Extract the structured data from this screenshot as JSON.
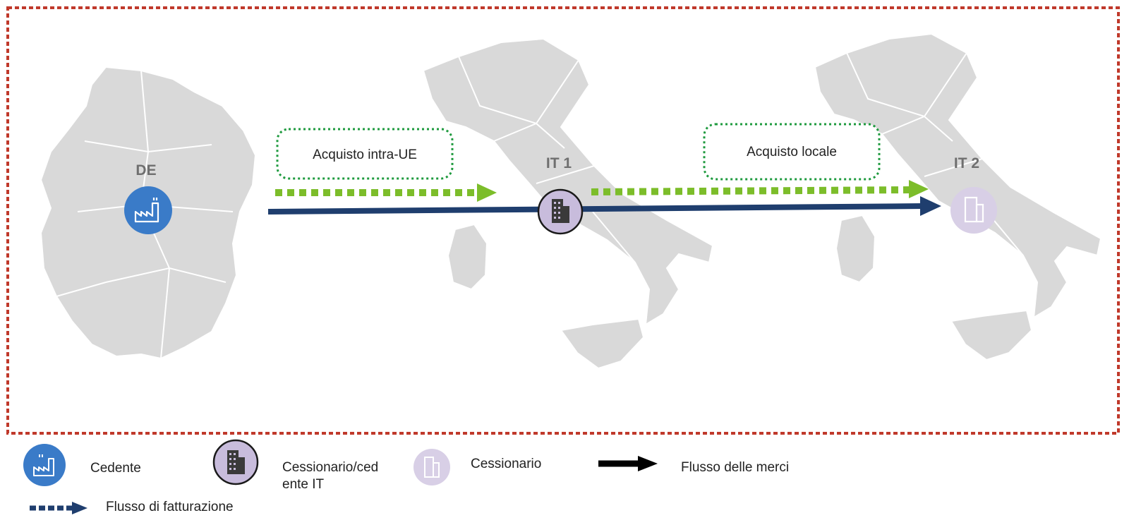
{
  "diagram": {
    "countries": {
      "de": {
        "label": "DE"
      },
      "it1": {
        "label": "IT 1"
      },
      "it2": {
        "label": "IT 2"
      }
    },
    "flows": {
      "intra_eu": {
        "label": "Acquisto intra-UE"
      },
      "local": {
        "label": "Acquisto locale"
      }
    }
  },
  "legend": {
    "cedente": "Cedente",
    "cessionario_cedente_line1": "Cessionario/ced",
    "cessionario_cedente_line2": "ente IT",
    "cessionario": "Cessionario",
    "goods_flow": "Flusso delle merci",
    "invoice_flow": "Flusso di fatturazione"
  },
  "colors": {
    "frame_border": "#c0392b",
    "map_fill": "#d9d9d9",
    "goods_arrow": "#1f3e6e",
    "invoice_arrow_diagram": "#7cbd2a",
    "invoice_box_border": "#1e9a3e",
    "cedente_icon": "#3a7bc8",
    "cessionario_cedente_icon": "#c8bcdc",
    "cessionario_icon": "#d8cfe6"
  }
}
